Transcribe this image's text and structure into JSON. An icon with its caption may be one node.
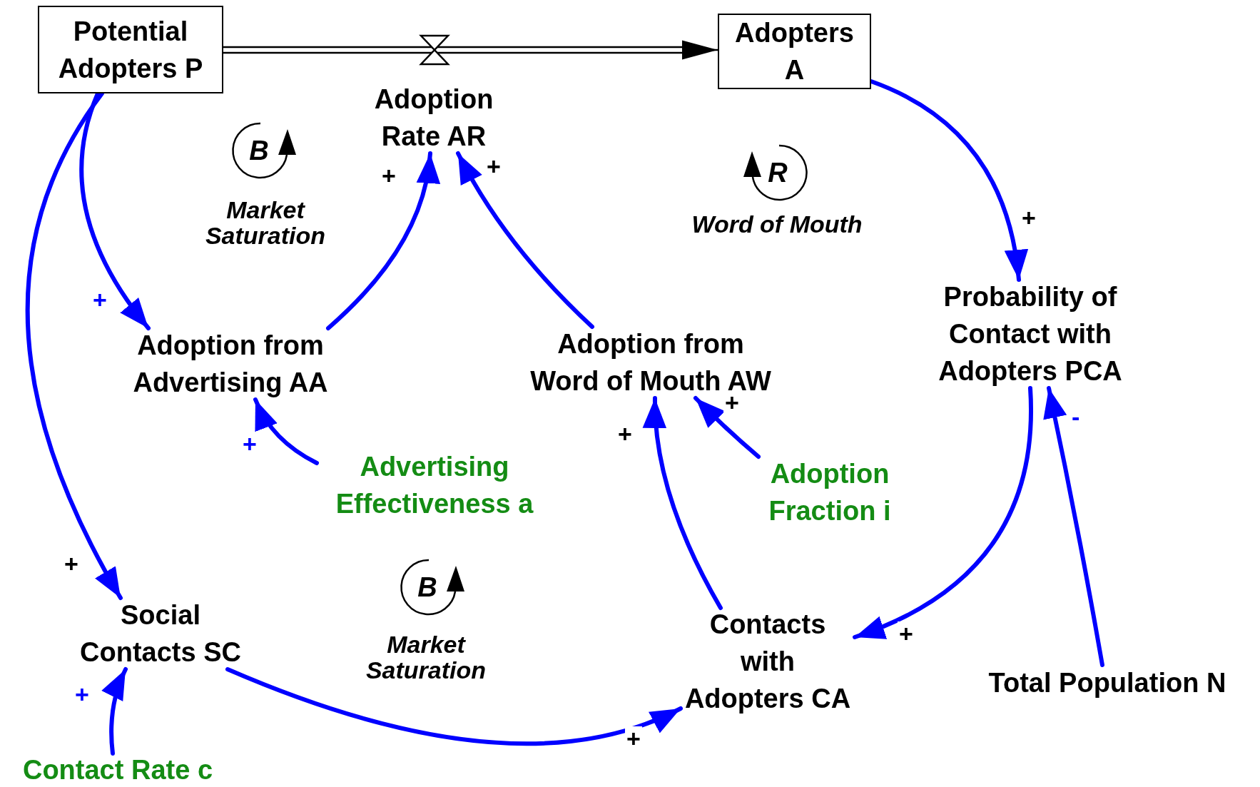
{
  "diagram": {
    "nodes": [
      {
        "text": [
          "Potential Adopters P"
        ]
      },
      {
        "text": [
          "Adopters A"
        ]
      },
      {
        "text": [
          "Adoption Rate AR"
        ]
      },
      {
        "text": [
          "Adoption from Advertising AA"
        ]
      },
      {
        "text": [
          "Adoption from Word of Mouth AW"
        ]
      },
      {
        "text": [
          "Probability of Contact with Adopters PCA"
        ]
      },
      {
        "text": [
          "Advertising Effectiveness a"
        ]
      },
      {
        "text": [
          "Adoption Fraction i"
        ]
      },
      {
        "text": [
          "Social Contacts SC"
        ]
      },
      {
        "text": [
          "Contacts with Adopters CA"
        ]
      },
      {
        "text": [
          "Total Population N"
        ]
      },
      {
        "text": [
          "Contact Rate c"
        ]
      }
    ],
    "edges": [
      {
        "from": 0,
        "to": 1,
        "arrow": "to",
        "color": "#000000"
      },
      {
        "from": 0,
        "to": 3,
        "arrow": "to",
        "label": "+"
      },
      {
        "from": 0,
        "to": 8,
        "arrow": "to",
        "label": "+"
      },
      {
        "from": 3,
        "to": 2,
        "arrow": "to",
        "label": "+"
      },
      {
        "from": 4,
        "to": 2,
        "arrow": "to",
        "label": "+"
      },
      {
        "from": 1,
        "to": 5,
        "arrow": "to",
        "label": "+"
      },
      {
        "from": 6,
        "to": 3,
        "arrow": "to",
        "label": "+"
      },
      {
        "from": 7,
        "to": 4,
        "arrow": "to",
        "label": "+"
      },
      {
        "from": 9,
        "to": 4,
        "arrow": "to",
        "label": "+"
      },
      {
        "from": 5,
        "to": 9,
        "arrow": "to",
        "label": "+"
      },
      {
        "from": 10,
        "to": 5,
        "arrow": "to",
        "label": "-"
      },
      {
        "from": 8,
        "to": 9,
        "arrow": "to",
        "label": "+"
      },
      {
        "from": 11,
        "to": 8,
        "arrow": "to",
        "label": "+"
      }
    ],
    "labels": [
      "B",
      "R",
      "Market Saturation",
      "Word of Mouth",
      "B",
      "Market Saturation"
    ]
  }
}
